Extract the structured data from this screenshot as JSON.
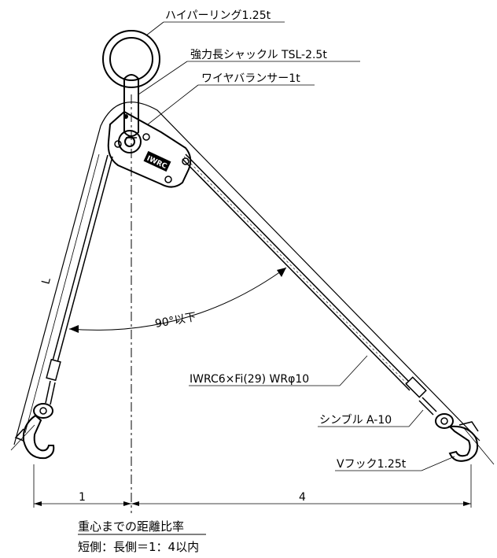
{
  "labels": {
    "hyper_ring": "ハイパーリング1.25t",
    "shackle": "強力長シャックル TSL-2.5t",
    "wire_balancer": "ワイヤバランサー1t",
    "wire_rope": "IWRC6×Fi(29) WRφ10",
    "thimble": "シンブル A-10",
    "v_hook": "Vフック1.25t",
    "angle": "90°以下",
    "length": "L"
  },
  "dimensions": {
    "short_side": "1",
    "long_side": "4"
  },
  "caption": {
    "line1": "重心までの距離比率",
    "line2": "短側：長側＝1：4以内"
  },
  "device_marks": {
    "brand": "IWRC",
    "small_text": "IWRC"
  }
}
